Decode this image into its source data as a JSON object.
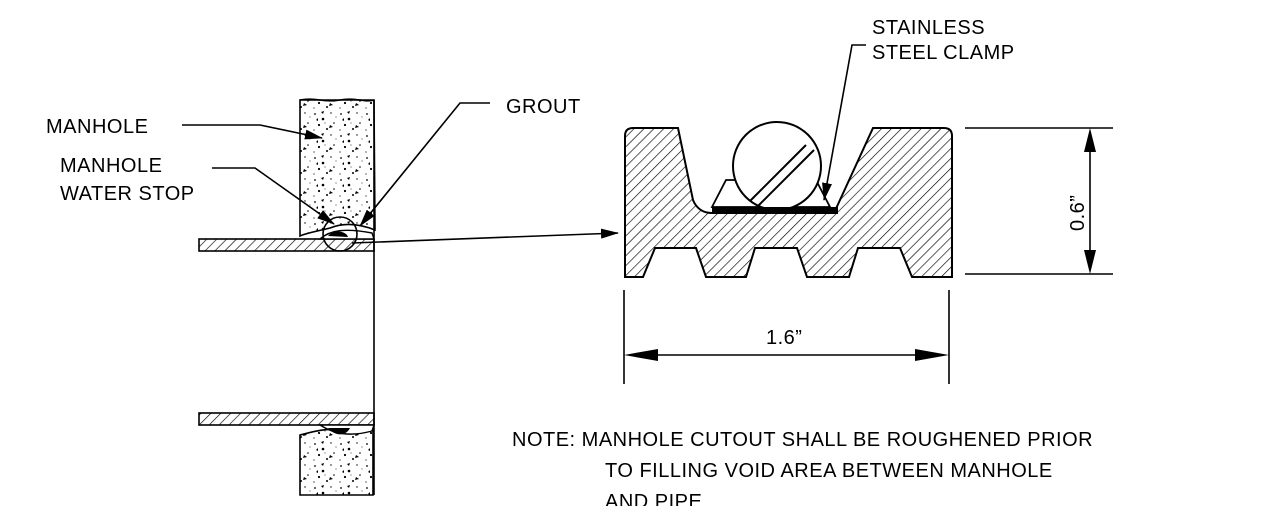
{
  "labels": {
    "manhole": "MANHOLE",
    "grout": "GROUT",
    "water_stop_line1": "MANHOLE",
    "water_stop_line2": "WATER STOP",
    "clamp_line1": "STAINLESS",
    "clamp_line2": "STEEL CLAMP"
  },
  "dimensions": {
    "height": "0.6”",
    "width": "1.6”"
  },
  "note": {
    "line1": "NOTE: MANHOLE CUTOUT SHALL BE ROUGHENED PRIOR",
    "line2": "TO FILLING VOID AREA BETWEEN MANHOLE",
    "line3": "AND PIPE"
  },
  "colors": {
    "ink": "#000000",
    "background": "#ffffff"
  }
}
